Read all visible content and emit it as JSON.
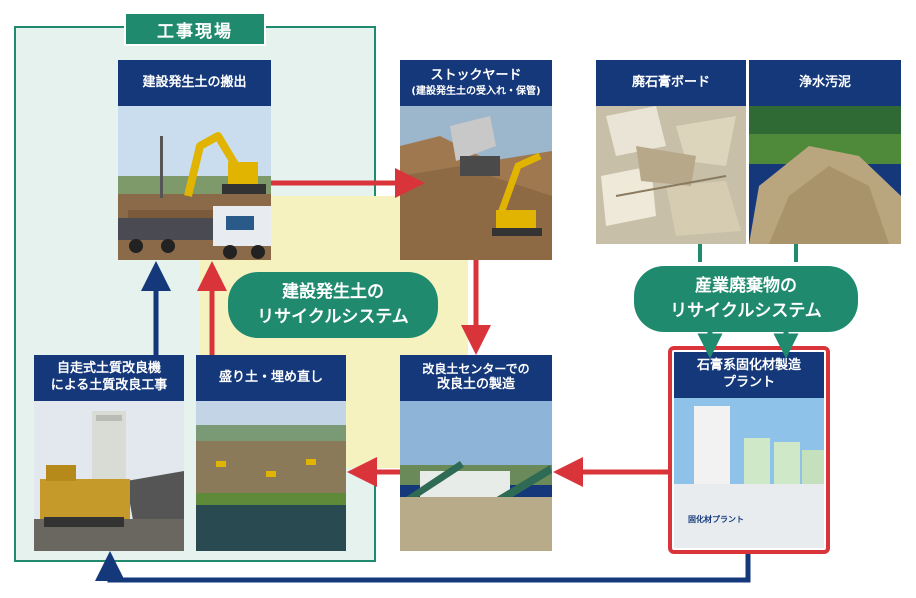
{
  "site": {
    "title": "工事現場"
  },
  "cards": {
    "excavation": {
      "label": "建設発生土の搬出"
    },
    "stockyard": {
      "label": "ストックヤード",
      "sublabel": "(建設発生土の受入れ・保管)"
    },
    "gypsum": {
      "label": "廃石膏ボード"
    },
    "sludge": {
      "label": "浄水汚泥"
    },
    "selfprop": {
      "label_line1": "自走式土質改良機",
      "label_line2": "による土質改良工事"
    },
    "fill": {
      "label": "盛り土・埋め直し"
    },
    "center": {
      "label_line1": "改良土センターでの",
      "label_line2": "改良土の製造"
    },
    "plant": {
      "label_line1": "石膏系固化材製造",
      "label_line2": "プラント",
      "sign": "固化材プラント"
    }
  },
  "systems": {
    "soil": {
      "line1": "建設発生土の",
      "line2": "リサイクルシステム"
    },
    "industrial": {
      "line1": "産業廃棄物の",
      "line2": "リサイクルシステム"
    }
  },
  "colors": {
    "green": "#1f8a6e",
    "navy": "#14387a",
    "red": "#d9343a",
    "light_green": "#e6f2ee",
    "yellow": "#f6f2c0"
  }
}
